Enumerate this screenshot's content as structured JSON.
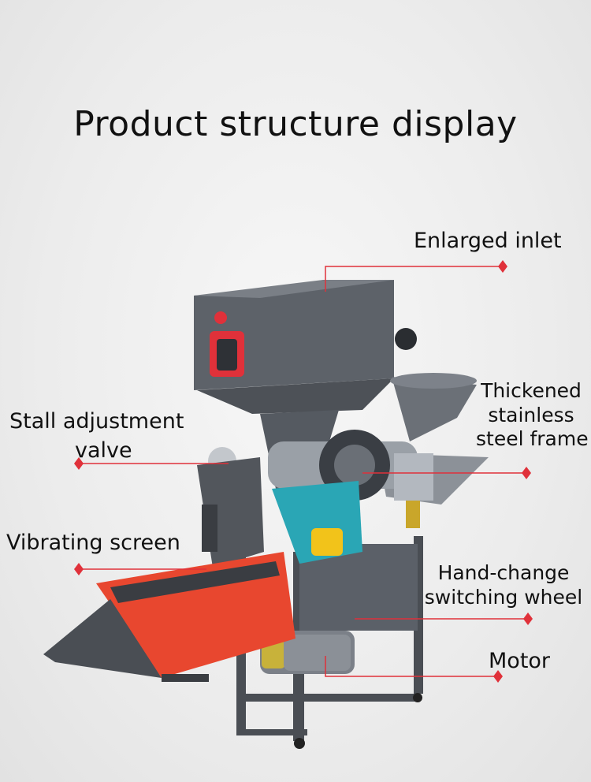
{
  "title": "Product structure display",
  "colors": {
    "accent": "#e0313a",
    "body": "#5a5f66",
    "dark": "#3b3f45",
    "teal": "#2aa6b5",
    "red_tray": "#e8472f"
  },
  "labels": {
    "enlarged_inlet": "Enlarged inlet",
    "frame_line1": "Thickened",
    "frame_line2": "stainless",
    "frame_line3": "steel frame",
    "stall_line1": "Stall adjustment",
    "stall_line2": "valve",
    "vibrating_screen": "Vibrating screen",
    "wheel_line1": "Hand-change",
    "wheel_line2": "switching wheel",
    "motor": "Motor"
  }
}
